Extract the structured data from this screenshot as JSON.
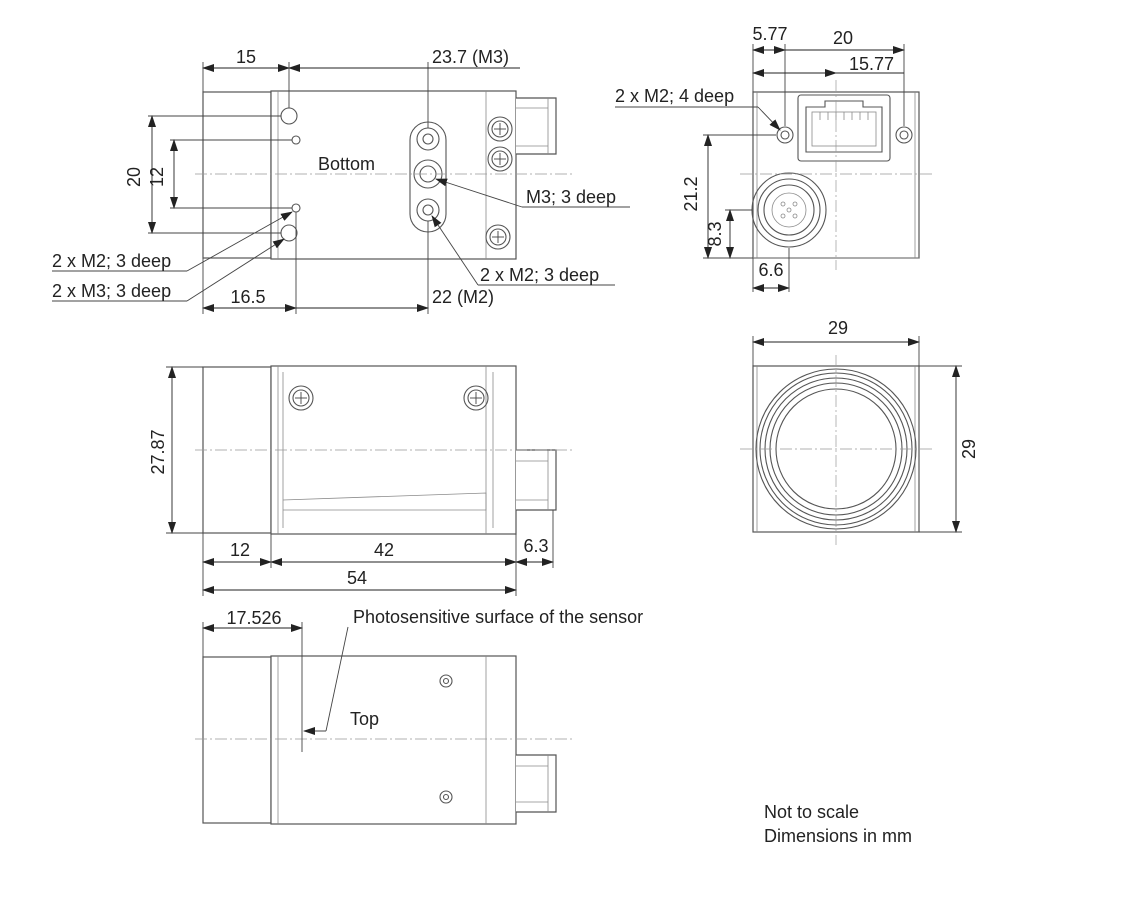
{
  "labels": {
    "bottom_view": "Bottom",
    "top_view": "Top",
    "sensor_note": "Photosensitive surface of the sensor",
    "m3_bottom": "M3; 3 deep",
    "m2_bottom_right": "2 x M2; 3 deep",
    "m2_bottom_left": "2 x M2; 3 deep",
    "m3_bottom_left": "2 x M3; 3 deep",
    "m2_back": "2 x M2; 4 deep"
  },
  "dimensions": {
    "bottom_15": "15",
    "bottom_23_7": "23.7 (M3)",
    "bottom_20": "20",
    "bottom_12": "12",
    "bottom_16_5": "16.5",
    "bottom_22": "22 (M2)",
    "back_5_77": "5.77",
    "back_20": "20",
    "back_15_77": "15.77",
    "back_21_2": "21.2",
    "back_8_3": "8.3",
    "back_6_6": "6.6",
    "front_29_w": "29",
    "front_29_h": "29",
    "side_27_87": "27.87",
    "side_12": "12",
    "side_42": "42",
    "side_6_3": "6.3",
    "side_54": "54",
    "top_17_526": "17.526"
  },
  "notes": {
    "scale": "Not to scale",
    "units": "Dimensions in mm"
  }
}
